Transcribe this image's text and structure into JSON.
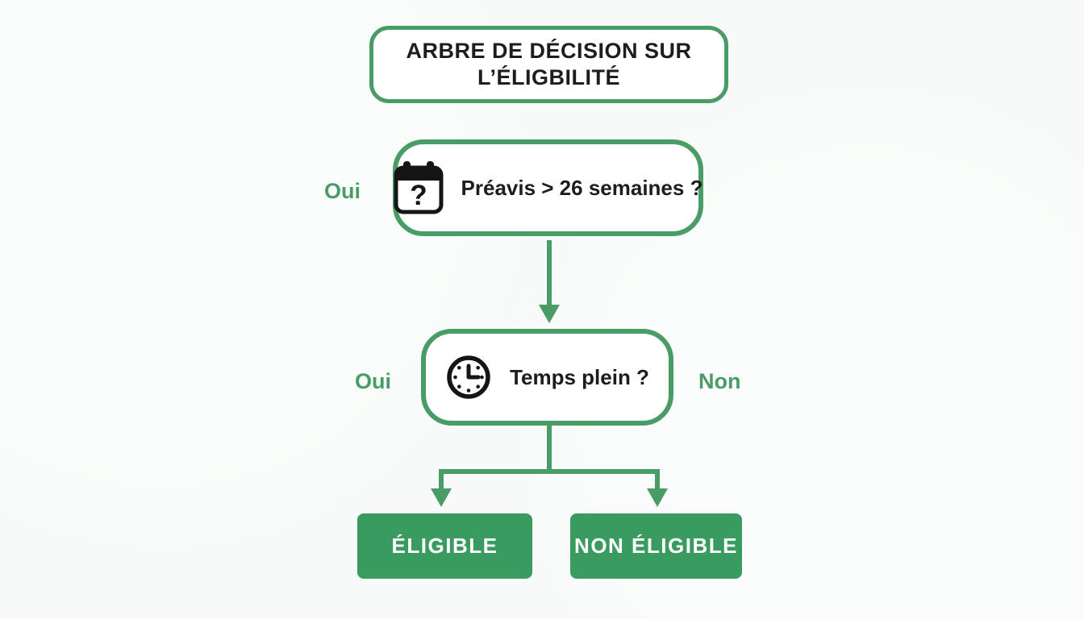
{
  "title": "ARBRE DE DÉCISION SUR L’ÉLIGBILITÉ",
  "tree": {
    "question1": {
      "label": "Préavis > 26 semaines ?",
      "icon": "calendar-question-icon",
      "branch_left_label": "Oui"
    },
    "question2": {
      "label": "Temps plein ?",
      "icon": "clock-icon",
      "branch_left_label": "Oui",
      "branch_right_label": "Non"
    },
    "outcome_left": {
      "label": "ÉLIGIBLE"
    },
    "outcome_right": {
      "label": "NON ÉLIGIBLE"
    }
  },
  "icons": {
    "calendar_glyph": "?"
  },
  "colors": {
    "green_accent": "#4a9c66",
    "green_fill": "#3a9b60",
    "text": "#1d1d1d",
    "background": "#f8faf9",
    "node_background": "#ffffff"
  }
}
